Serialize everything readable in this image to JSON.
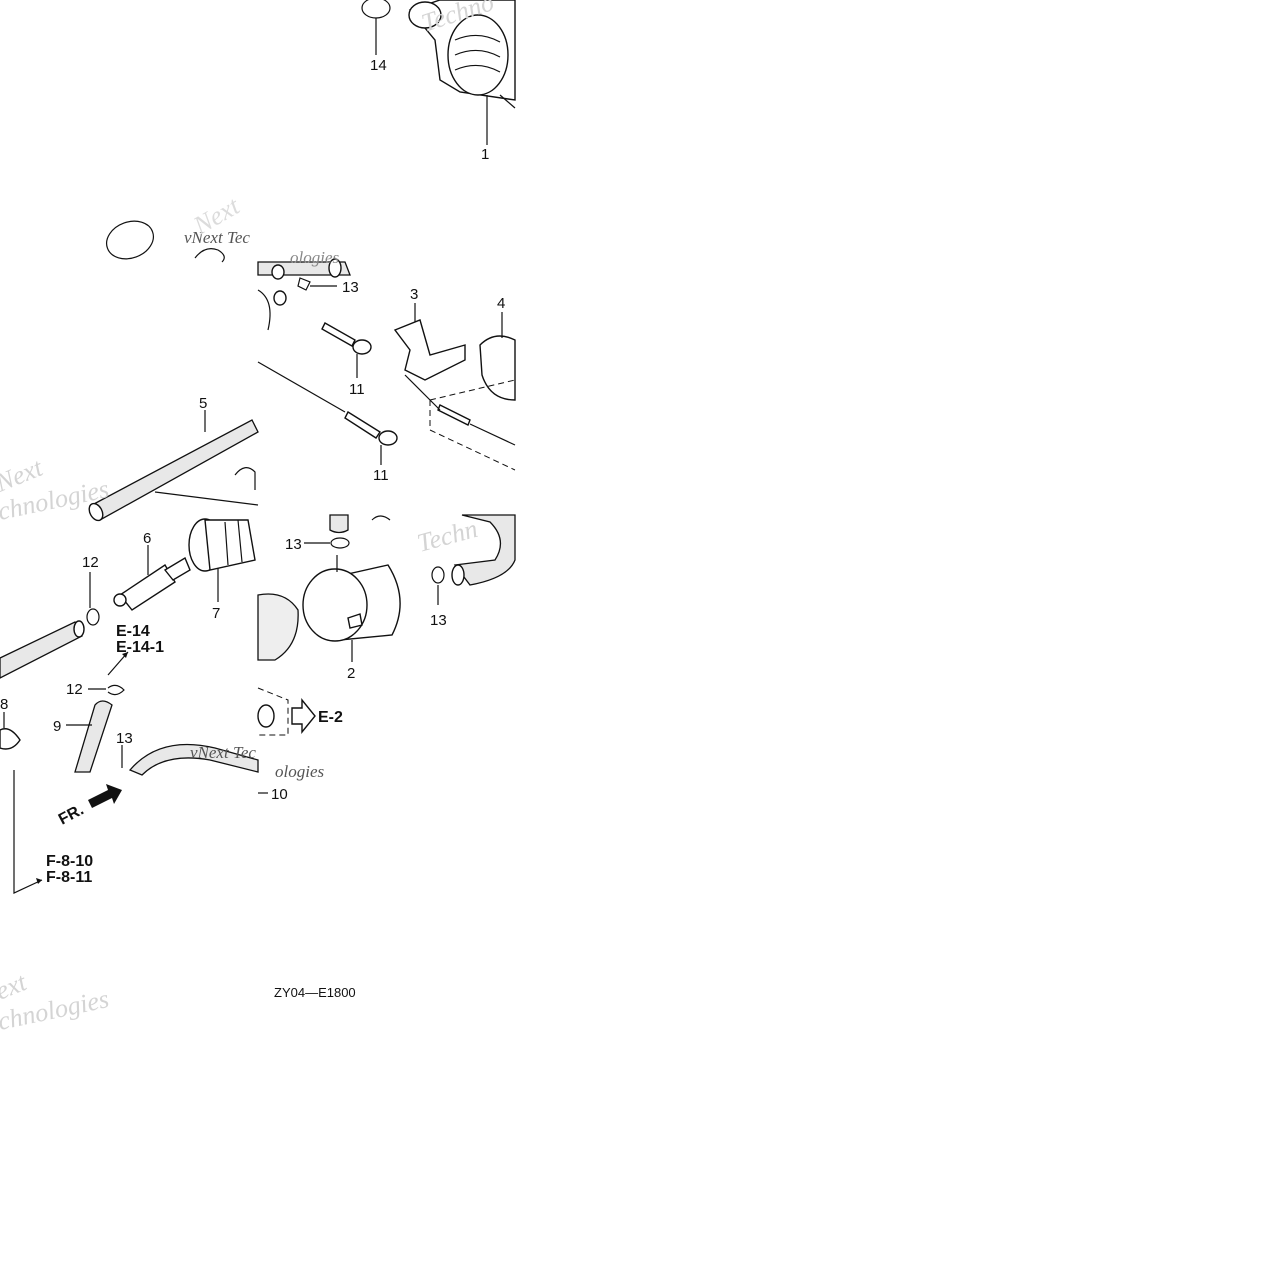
{
  "callouts": {
    "c14": "14",
    "c1": "1",
    "c13a": "13",
    "c3": "3",
    "c4": "4",
    "c11a": "11",
    "c5": "5",
    "c11b": "11",
    "c6": "6",
    "c12a": "12",
    "c13b": "13",
    "c7": "7",
    "c13c": "13",
    "c2": "2",
    "c12b": "12",
    "c8": "8",
    "c9": "9",
    "c13d": "13",
    "c10": "10"
  },
  "references": {
    "e14": "E-14",
    "e14_1": "E-14-1",
    "e2": "E-2",
    "f8_10": "F-8-10",
    "f8_11": "F-8-11",
    "front": "FR."
  },
  "diagram_code": "ZY04—E1800",
  "watermarks": {
    "wm_top": "Techno",
    "wm_mid1": "vNext Tec",
    "wm_mid2": "ologies",
    "wm_left1": "Next",
    "wm_left2": "chnologies",
    "wm_right": "Techn",
    "wm_low1": "vNext Tec",
    "wm_low2": "ologies",
    "wm_bot1": "ext",
    "wm_bot2": "chnologies"
  }
}
